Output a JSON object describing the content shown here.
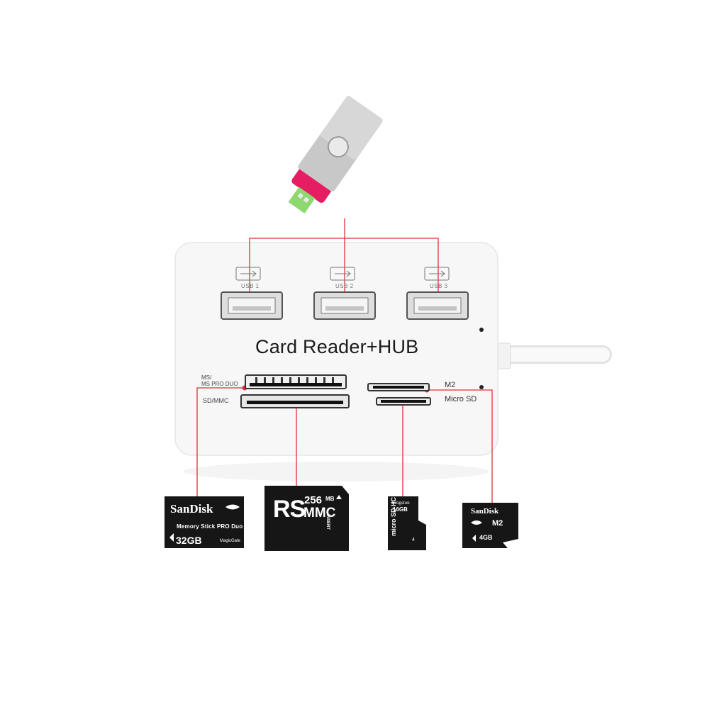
{
  "product": {
    "title": "Card Reader+HUB",
    "colors": {
      "hub_body": "#f7f7f7",
      "connector_lines": "#e0303a",
      "cards": "#161616",
      "flash_drive": "#e51e63"
    }
  },
  "usb_ports": [
    {
      "label": "USB 1",
      "icon": "usb-icon"
    },
    {
      "label": "USB 2",
      "icon": "usb-icon"
    },
    {
      "label": "USB 3",
      "icon": "usb-icon"
    }
  ],
  "slots": {
    "ms_label_line1": "MS/",
    "ms_label_line2": "MS PRO DUO",
    "sd_label": "SD/MMC",
    "m2_label": "M2",
    "microsd_label": "Micro SD"
  },
  "cards": {
    "ms_pro_duo": {
      "brand": "SanDisk",
      "line": "Memory Stick PRO Duo",
      "capacity": "32GB",
      "extra": "MagicGate"
    },
    "rs_mmc": {
      "main": "RS",
      "size": "256",
      "unit": "MB",
      "sub": "MMC",
      "insert": "INSERT"
    },
    "microsd": {
      "brand": "Kingston",
      "capacity": "16GB",
      "logo": "micro SD HC",
      "class": "4"
    },
    "m2": {
      "brand": "SanDisk",
      "type": "M2",
      "capacity": "4GB"
    }
  }
}
